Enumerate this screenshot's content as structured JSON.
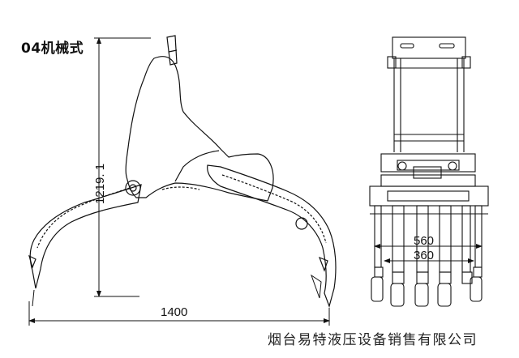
{
  "title": "04机械式",
  "dimensions": {
    "height": "1219. 1",
    "width": "1400",
    "outer_width": "560",
    "inner_width": "360"
  },
  "footer": "烟台易特液压设备销售有限公司"
}
